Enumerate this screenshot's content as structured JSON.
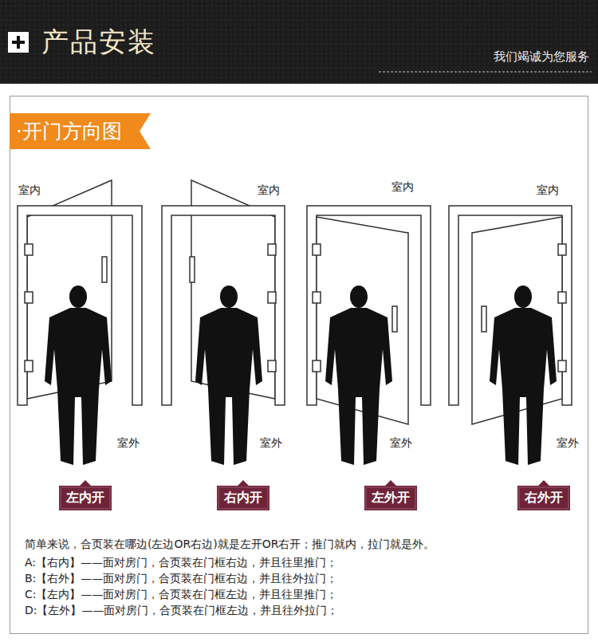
{
  "diagram": {
    "title": "产品安装",
    "nodes": [
      {
        "text": [
          "·开门方向图"
        ]
      },
      {
        "text": [
          "左内开"
        ]
      },
      {
        "text": [
          "右内开"
        ]
      },
      {
        "text": [
          "左外开"
        ]
      },
      {
        "text": [
          "右外开"
        ]
      }
    ],
    "labels": [
      "我们竭诚为您服务",
      "室内",
      "室内",
      "室内",
      "室内",
      "室外",
      "室外",
      "室外",
      "室外",
      "简单来说，合页装在哪边(左边OR右边)就是左开OR右开；推门就内，拉门就是外。",
      "A:【右内】——面对房门，合页装在门框右边，并且往里推门；",
      "B:【右外】——面对房门，合页装在门框右边，并且往外拉门；",
      "C:【左内】——面对房门，合页装在门框左边，并且往里推门；",
      "D:【左外】——面对房门，合页装在门框左边，并且往外拉门；"
    ]
  }
}
